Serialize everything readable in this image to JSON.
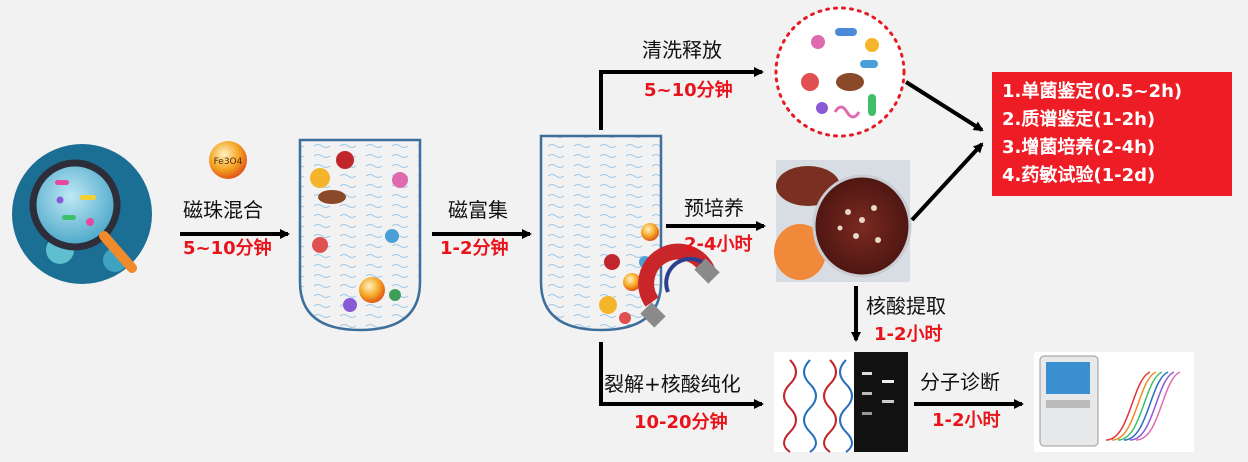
{
  "steps": {
    "mix": {
      "label": "磁珠混合",
      "time": "5~10分钟"
    },
    "enrich": {
      "label": "磁富集",
      "time": "1-2分钟"
    },
    "wash": {
      "label": "清洗释放",
      "time": "5~10分钟"
    },
    "preculture": {
      "label": "预培养",
      "time": "2-4小时"
    },
    "extract": {
      "label": "核酸提取",
      "time": "1-2小时"
    },
    "lysis": {
      "label": "裂解+核酸纯化",
      "time": "10-20分钟"
    },
    "mdx": {
      "label": "分子诊断",
      "time": "1-2小时"
    }
  },
  "bead_label": "Fe3O4",
  "results": [
    "1.单菌鉴定(0.5~2h)",
    "2.质谱鉴定(1-2h)",
    "3.增菌培养(2-4h)",
    "4.药敏试验(1-2d)"
  ],
  "colors": {
    "accent_red": "#ee1c24",
    "arrow": "#000000"
  }
}
